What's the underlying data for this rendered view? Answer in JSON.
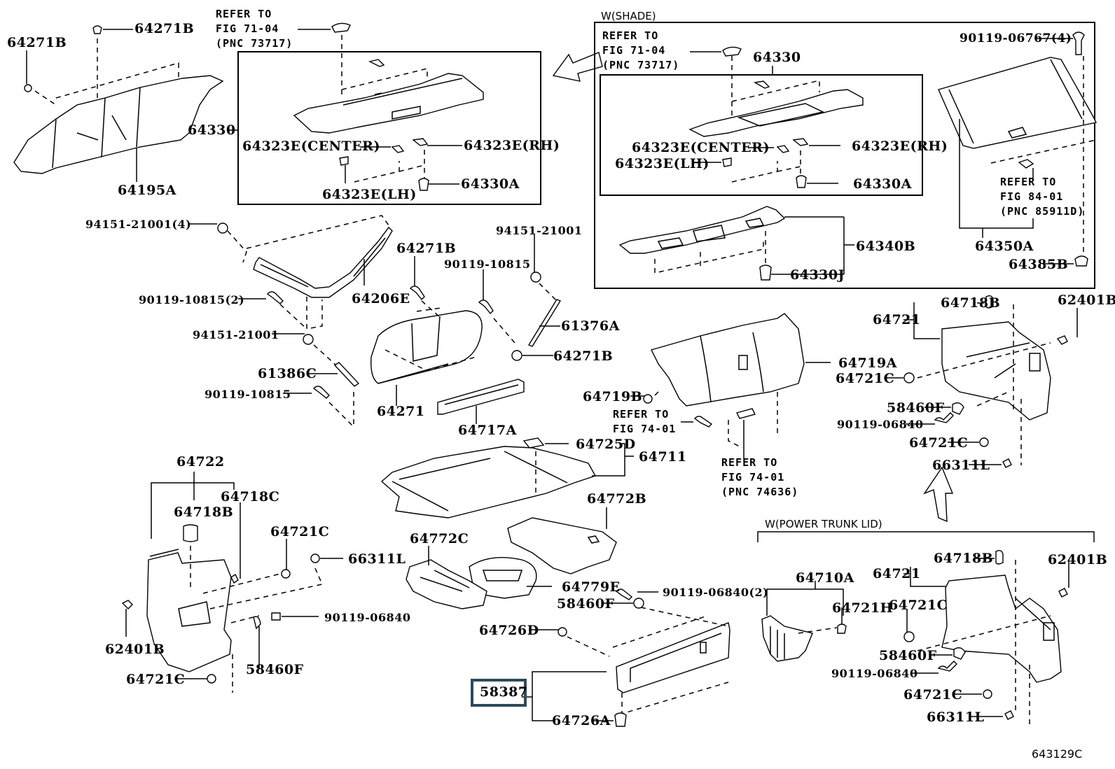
{
  "diagram": {
    "code": "643129C",
    "highlighted_part": "58387"
  },
  "groups": {
    "shade": "W(SHADE)",
    "power_trunk_lid": "W(POWER TRUNK LID)"
  },
  "refs": {
    "fig7104_a": "REFER TO\nFIG 71-04\n(PNC 73717)",
    "fig7104_b": "REFER TO\nFIG 71-04\n(PNC 73717)",
    "fig8401": "REFER TO\nFIG 84-01\n(PNC 85911D)",
    "fig7401_a": "REFER TO\nFIG 74-01",
    "fig7401_b": "REFER TO\nFIG 74-01\n(PNC 74636)"
  },
  "labels": {
    "p64271B_a": "64271B",
    "p64271B_b": "64271B",
    "p64195A": "64195A",
    "p64330_main": "64330",
    "p64323E_center_main": "64323E(CENTER)",
    "p64323E_rh_main": "64323E(RH)",
    "p64323E_lh_main": "64323E(LH)",
    "p64330A_main": "64330A",
    "p64330_shade": "64330",
    "p64323E_center_shade": "64323E(CENTER)",
    "p64323E_rh_shade": "64323E(RH)",
    "p64323E_lh_shade": "64323E(LH)",
    "p64330A_shade": "64330A",
    "p90119_06767": "90119-06767(4)",
    "p64350A": "64350A",
    "p64385B": "64385B",
    "p64340B": "64340B",
    "p64330J": "64330J",
    "p94151_21001_4": "94151-21001(4)",
    "p90119_10815_2": "90119-10815(2)",
    "p94151_21001_a": "94151-21001",
    "p61386C": "61386C",
    "p90119_10815_a": "90119-10815",
    "p64206E": "64206E",
    "p64271B_c": "64271B",
    "p90119_10815_b": "90119-10815",
    "p94151_21001_b": "94151-21001",
    "p61376A": "61376A",
    "p64271B_d": "64271B",
    "p64271": "64271",
    "p64717A": "64717A",
    "p64719A": "64719A",
    "p64719B": "64719B",
    "p64721C_r1": "64721C",
    "p58460F_r1": "58460F",
    "p90119_06840_r1": "90119-06840",
    "p64721C_r2": "64721C",
    "p66311L_r1": "66311L",
    "p64721_r1": "64721",
    "p64718B_r1": "64718B",
    "p62401B_r1": "62401B",
    "p64725D": "64725D",
    "p64711": "64711",
    "p64772B": "64772B",
    "p64772C": "64772C",
    "p64779E": "64779E",
    "p64722": "64722",
    "p64718B_l": "64718B",
    "p64718C": "64718C",
    "p64721C_l1": "64721C",
    "p66311L_l": "66311L",
    "p90119_06840_l": "90119-06840",
    "p62401B_l": "62401B",
    "p58460F_l": "58460F",
    "p64721C_l2": "64721C",
    "p90119_06840_2": "90119-06840(2)",
    "p58460F_c": "58460F",
    "p64726D": "64726D",
    "p58387": "58387",
    "p64726A": "64726A",
    "p64710A": "64710A",
    "p64721H": "64721H",
    "p64721_r2": "64721",
    "p64718B_r2": "64718B",
    "p62401B_r2": "62401B",
    "p64721C_r3": "64721C",
    "p58460F_r2": "58460F",
    "p90119_06840_r2": "90119-06840",
    "p64721C_r4": "64721C",
    "p66311L_r2": "66311L"
  }
}
